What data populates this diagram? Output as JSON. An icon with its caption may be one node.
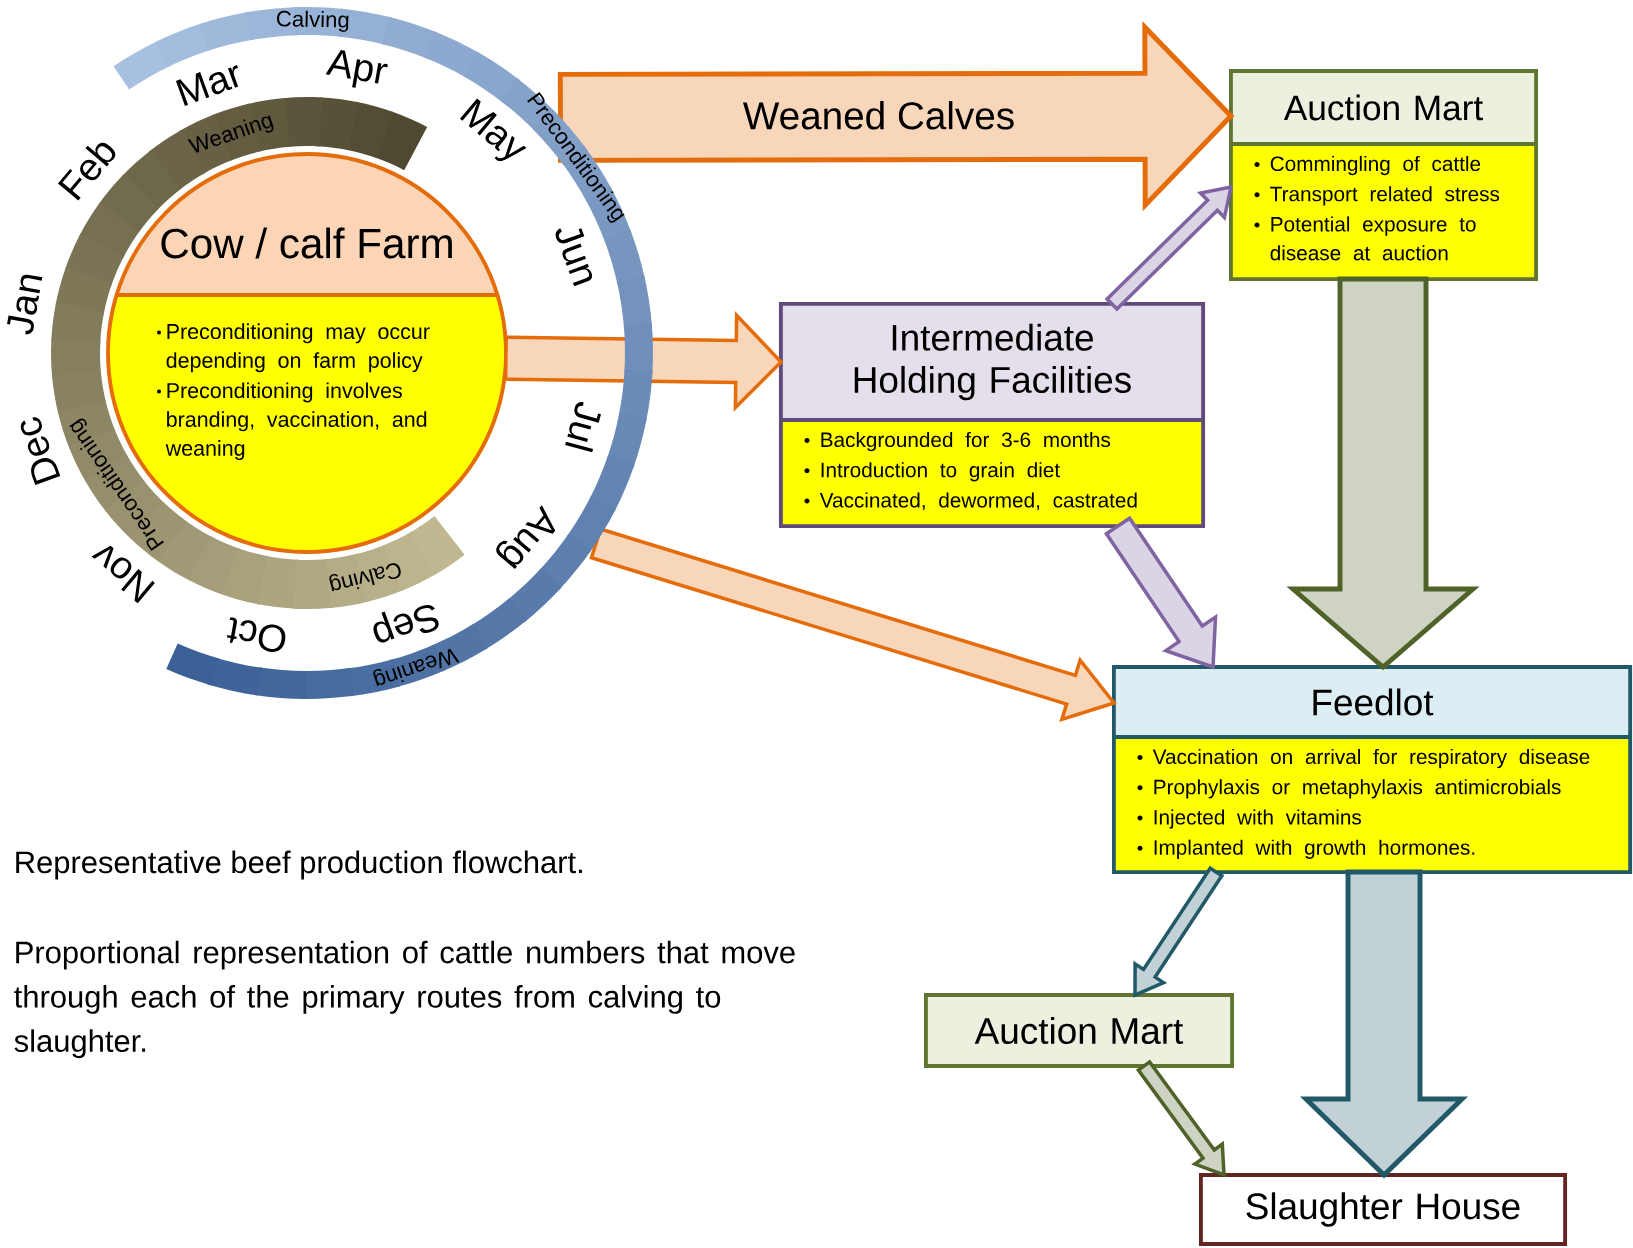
{
  "diagram": {
    "nodes": [
      {
        "text": [
          "Cow / calf Farm",
          "Preconditioning may occur depending on farm policy",
          "Preconditioning involves branding, vaccination, and weaning"
        ]
      },
      {
        "text": [
          "Auction Mart",
          "Commingling of cattle",
          "Transport related stress",
          "Potential exposure to disease at auction"
        ]
      },
      {
        "text": [
          "Intermediate Holding Facilities",
          "Backgrounded for 3-6 months",
          "Introduction to grain diet",
          "Vaccinated, dewormed, castrated"
        ]
      },
      {
        "text": [
          "Feedlot",
          "Vaccination on arrival for respiratory disease",
          "Prophylaxis or metaphylaxis antimicrobials",
          "Injected with vitamins",
          "Implanted with growth hormones."
        ]
      },
      {
        "text": [
          "Auction Mart"
        ]
      },
      {
        "text": [
          "Slaughter House"
        ]
      }
    ],
    "edges": [
      {
        "from": 0,
        "to": 1,
        "arrow": "to",
        "label": "Weaned Calves",
        "style": "thick",
        "color": "#e46c0a"
      },
      {
        "from": 0,
        "to": 2,
        "arrow": "to",
        "color": "#e46c0a"
      },
      {
        "from": 0,
        "to": 3,
        "arrow": "to",
        "color": "#e46c0a"
      },
      {
        "from": 2,
        "to": 1,
        "arrow": "to",
        "color": "#8064a2"
      },
      {
        "from": 2,
        "to": 3,
        "arrow": "to",
        "color": "#8064a2"
      },
      {
        "from": 1,
        "to": 3,
        "arrow": "to",
        "style": "thick",
        "color": "#4f6228"
      },
      {
        "from": 3,
        "to": 4,
        "arrow": "to",
        "color": "#215968"
      },
      {
        "from": 3,
        "to": 5,
        "arrow": "to",
        "style": "thick",
        "color": "#215968"
      },
      {
        "from": 4,
        "to": 5,
        "arrow": "to",
        "color": "#4f6228"
      }
    ],
    "labels": [
      "Calving",
      "Mar",
      "Apr",
      "Preconditioning",
      "May",
      "Weaning",
      "Feb",
      "Jan",
      "Jun",
      "Jul",
      "Dec",
      "Preconditioning",
      "Nov",
      "Calving",
      "Aug",
      "Sep",
      "Oct",
      "Weaning",
      "Representative beef production flowchart.",
      "Proportional representation of cattle numbers that move through each of the primary routes from calving to slaughter."
    ]
  }
}
